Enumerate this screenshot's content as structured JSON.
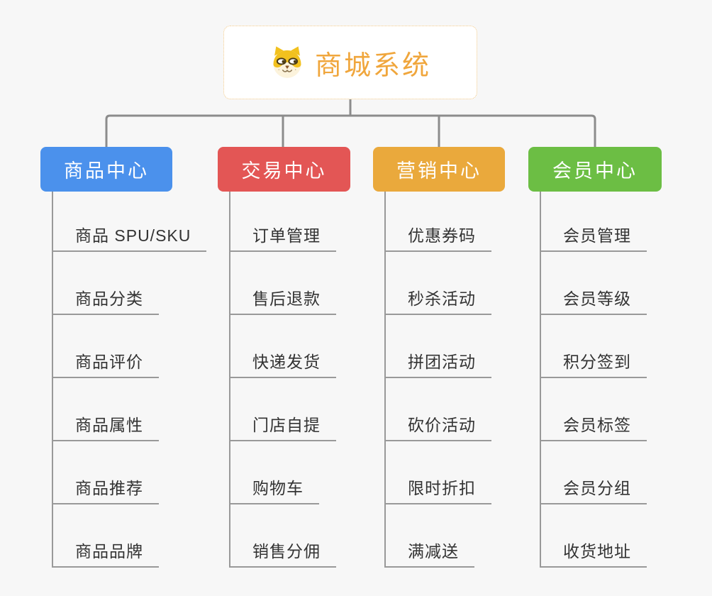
{
  "root": {
    "label": "商城系统",
    "icon": "dog-logo-icon",
    "text_color": "#F0A63C",
    "border_color": "#F2C987"
  },
  "connector": {
    "color": "#8C8C8C"
  },
  "leaf_line_color": "#999999",
  "leaf_text_color": "#333333",
  "background_color": "#F7F7F7",
  "branches": [
    {
      "label": "商品中心",
      "color": "#4B91EC",
      "children": [
        "商品 SPU/SKU",
        "商品分类",
        "商品评价",
        "商品属性",
        "商品推荐",
        "商品品牌"
      ]
    },
    {
      "label": "交易中心",
      "color": "#E35655",
      "children": [
        "订单管理",
        "售后退款",
        "快递发货",
        "门店自提",
        "购物车",
        "销售分佣"
      ]
    },
    {
      "label": "营销中心",
      "color": "#EAA93C",
      "children": [
        "优惠券码",
        "秒杀活动",
        "拼团活动",
        "砍价活动",
        "限时折扣",
        "满减送"
      ]
    },
    {
      "label": "会员中心",
      "color": "#6CBE44",
      "children": [
        "会员管理",
        "会员等级",
        "积分签到",
        "会员标签",
        "会员分组",
        "收货地址"
      ]
    }
  ]
}
